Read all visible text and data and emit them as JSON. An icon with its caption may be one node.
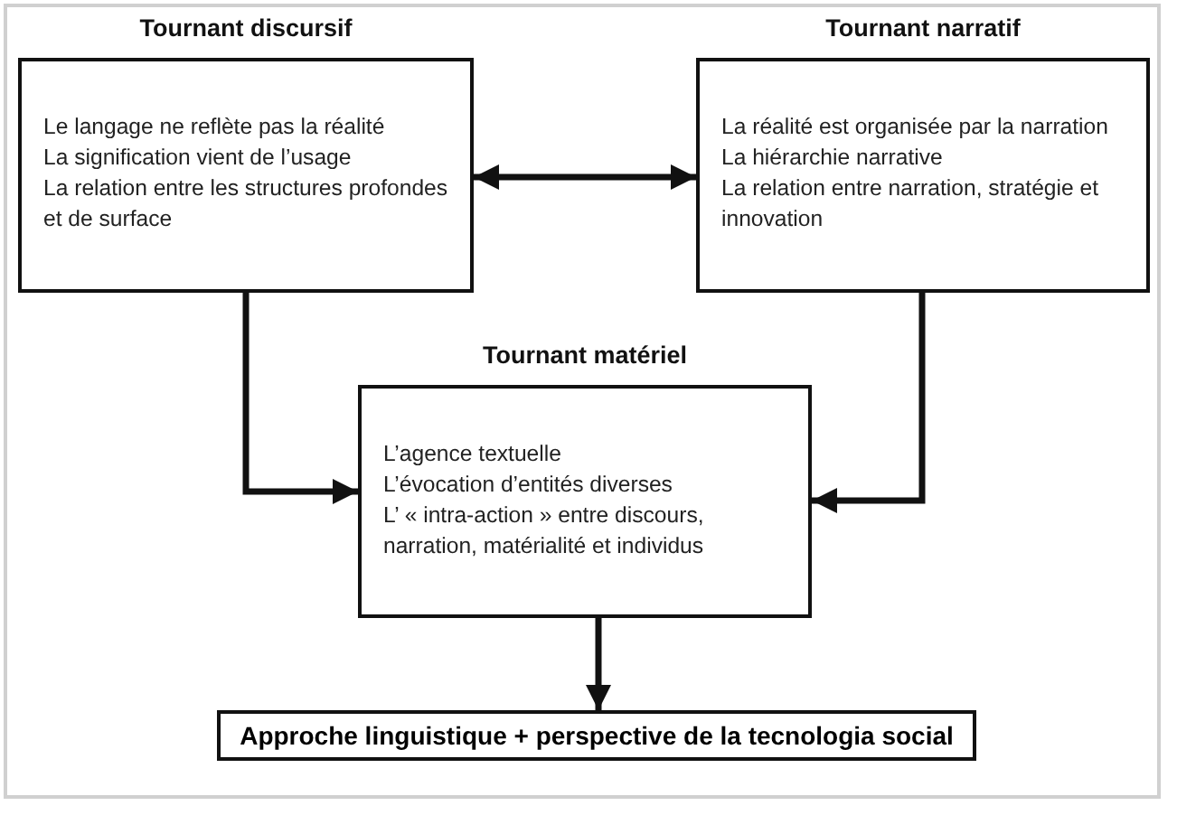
{
  "diagram": {
    "nodes": [
      {
        "text": [
          "Tournant discursif",
          "Le langage ne reflète pas la réalité",
          "La signification vient de l’usage",
          "La relation entre les structures profondes et de surface"
        ]
      },
      {
        "text": [
          "Tournant narratif",
          "La réalité est organisée par la narration",
          "La hiérarchie narrative",
          "La relation entre narration, stratégie et innovation"
        ]
      },
      {
        "text": [
          "Tournant matériel",
          "L’agence textuelle",
          "L’évocation d’entités diverses",
          "L’ « intra-action » entre discours, narration, matérialité et individus"
        ]
      },
      {
        "text": [
          "Approche linguistique + perspective de la tecnologia social"
        ]
      }
    ],
    "edges": [
      {
        "from": 1,
        "to": 0,
        "arrow": "both"
      },
      {
        "from": 0,
        "to": 2,
        "arrow": "to"
      },
      {
        "from": 1,
        "to": 2,
        "arrow": "to"
      },
      {
        "from": 2,
        "to": 3,
        "arrow": "to"
      }
    ]
  }
}
